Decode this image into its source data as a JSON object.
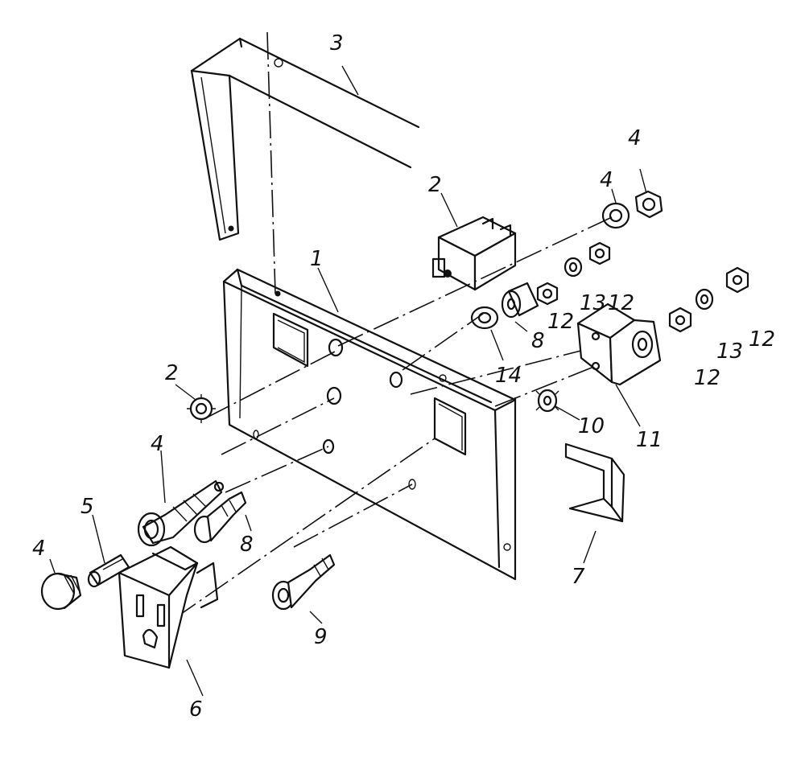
{
  "labels": {
    "l1": "1",
    "l2a": "2",
    "l2b": "2",
    "l3": "3",
    "l4a": "4",
    "l4b": "4",
    "l4c": "4",
    "l4d": "4",
    "l5": "5",
    "l6": "6",
    "l7": "7",
    "l8a": "8",
    "l8b": "8",
    "l9": "9",
    "l10": "10",
    "l11": "11",
    "l12a": "12",
    "l12b": "12",
    "l12c": "12",
    "l12d": "12",
    "l13a": "13",
    "l13b": "13",
    "l14": "14"
  }
}
